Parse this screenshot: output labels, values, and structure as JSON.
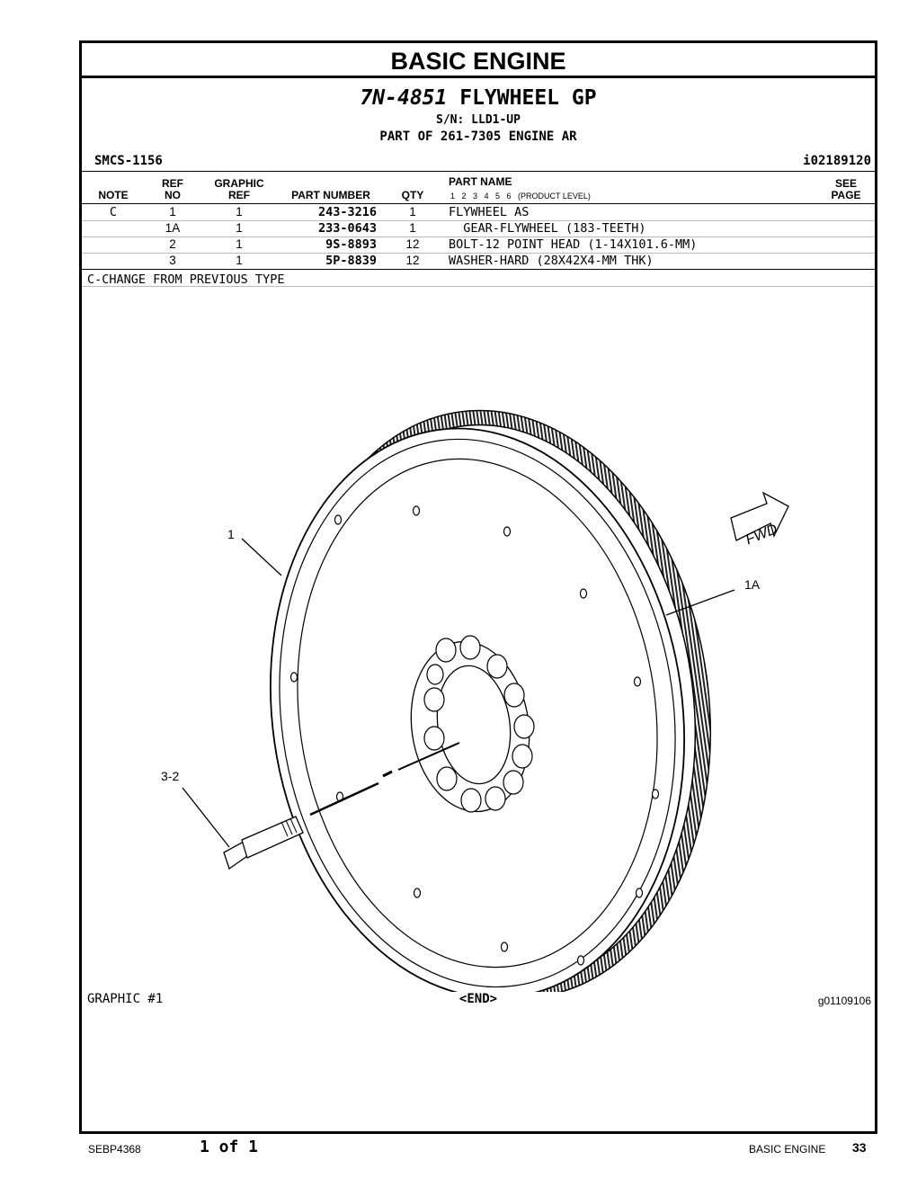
{
  "header": {
    "title": "BASIC ENGINE",
    "group_part_number": "7N-4851",
    "group_name": "FLYWHEEL GP",
    "serial": "S/N: LLD1-UP",
    "part_of": "PART OF 261-7305 ENGINE AR",
    "smcs": "SMCS-1156",
    "illustration_id": "i02189120"
  },
  "table": {
    "col_note": "NOTE",
    "col_ref_top": "REF",
    "col_ref_bottom": "NO",
    "col_graphic_top": "GRAPHIC",
    "col_graphic_bottom": "REF",
    "col_part_number": "PART NUMBER",
    "col_qty": "QTY",
    "col_part_name": "PART NAME",
    "col_product_level": "1   2   3   4   5   6   (PRODUCT LEVEL)",
    "col_see_top": "SEE",
    "col_see_bottom": "PAGE",
    "rows": [
      {
        "note": "C",
        "ref": "1",
        "gref": "1",
        "pn": "243-3216",
        "qty": "1",
        "name": "FLYWHEEL AS"
      },
      {
        "note": "",
        "ref": "1A",
        "gref": "1",
        "pn": "233-0643",
        "qty": "1",
        "name": "  GEAR-FLYWHEEL (183-TEETH)"
      },
      {
        "note": "",
        "ref": "2",
        "gref": "1",
        "pn": "9S-8893",
        "qty": "12",
        "name": "BOLT-12 POINT HEAD (1-14X101.6-MM)"
      },
      {
        "note": "",
        "ref": "3",
        "gref": "1",
        "pn": "5P-8839",
        "qty": "12",
        "name": "WASHER-HARD (28X42X4-MM THK)"
      }
    ],
    "note_text": "C-CHANGE FROM PREVIOUS TYPE"
  },
  "graphic": {
    "label_1": "1",
    "label_1a": "1A",
    "label_32": "3-2",
    "fwd": "FWD",
    "caption_left": "GRAPHIC #1",
    "caption_mid": "<END>",
    "caption_right": "g01109106"
  },
  "page_footer": {
    "doc_id": "SEBP4368",
    "page_of": "1 of 1",
    "section": "BASIC ENGINE",
    "page_number": "33"
  }
}
